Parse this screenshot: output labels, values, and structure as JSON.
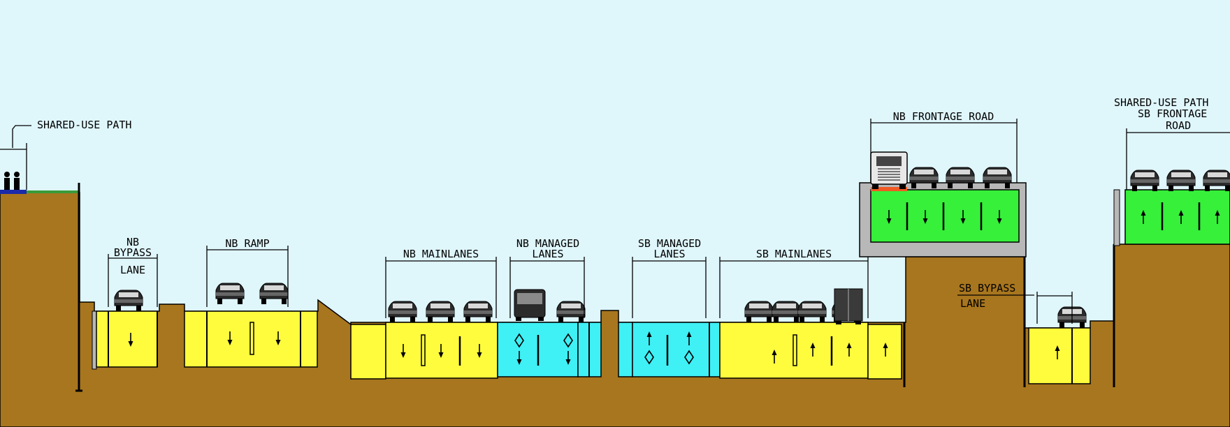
{
  "colors": {
    "sky": "#dff6fb",
    "earth": "#a8761e",
    "general_lane": "#fffb3d",
    "managed_lane": "#3ff0f5",
    "frontage_lane": "#36f03a",
    "wall": "#b8b8b8",
    "car": "#2b2b2b",
    "outline": "#000000"
  },
  "labels": {
    "shared_use_path_left": "SHARED-USE PATH",
    "nb_bypass_1": "NB",
    "nb_bypass_2": "BYPASS",
    "nb_bypass_3": "LANE",
    "nb_ramp": "NB RAMP",
    "nb_mainlanes": "NB MAINLANES",
    "nb_managed_1": "NB MANAGED",
    "nb_managed_2": "LANES",
    "sb_managed_1": "SB MANAGED",
    "sb_managed_2": "LANES",
    "sb_mainlanes": "SB MAINLANES",
    "nb_frontage": "NB FRONTAGE ROAD",
    "sb_bypass_1": "SB BYPASS",
    "sb_bypass_2": "LANE",
    "shared_use_path_right": "SHARED-USE PATH",
    "sb_frontage_1": "SB FRONTAGE",
    "sb_frontage_2": "ROAD"
  }
}
